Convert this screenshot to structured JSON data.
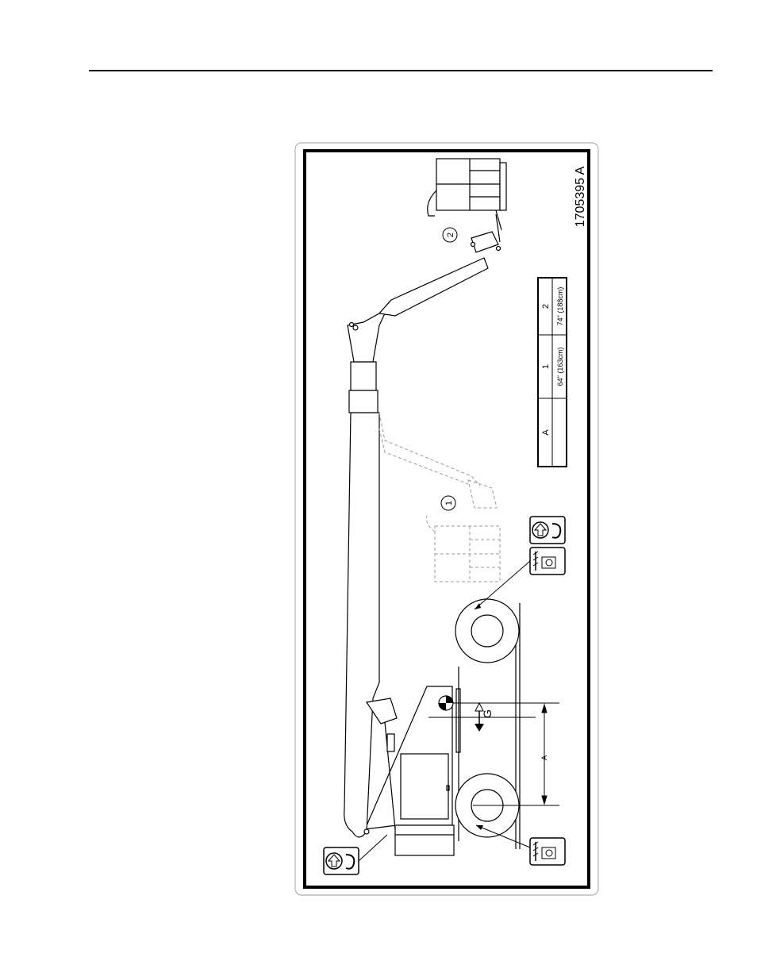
{
  "decal": {
    "part_number": "1705395 A",
    "callouts": {
      "position_1": "1",
      "position_2": "2"
    },
    "dimension_label": "A",
    "table": {
      "header": [
        "A",
        "1",
        "2"
      ],
      "rows": [
        [
          "",
          "64\" (163cm)",
          "74\" (188cm)"
        ]
      ]
    },
    "icons": [
      "lift-point-icon",
      "tie-down-icon",
      "lift-point-icon",
      "tie-down-icon",
      "center-of-gravity-icon"
    ]
  }
}
